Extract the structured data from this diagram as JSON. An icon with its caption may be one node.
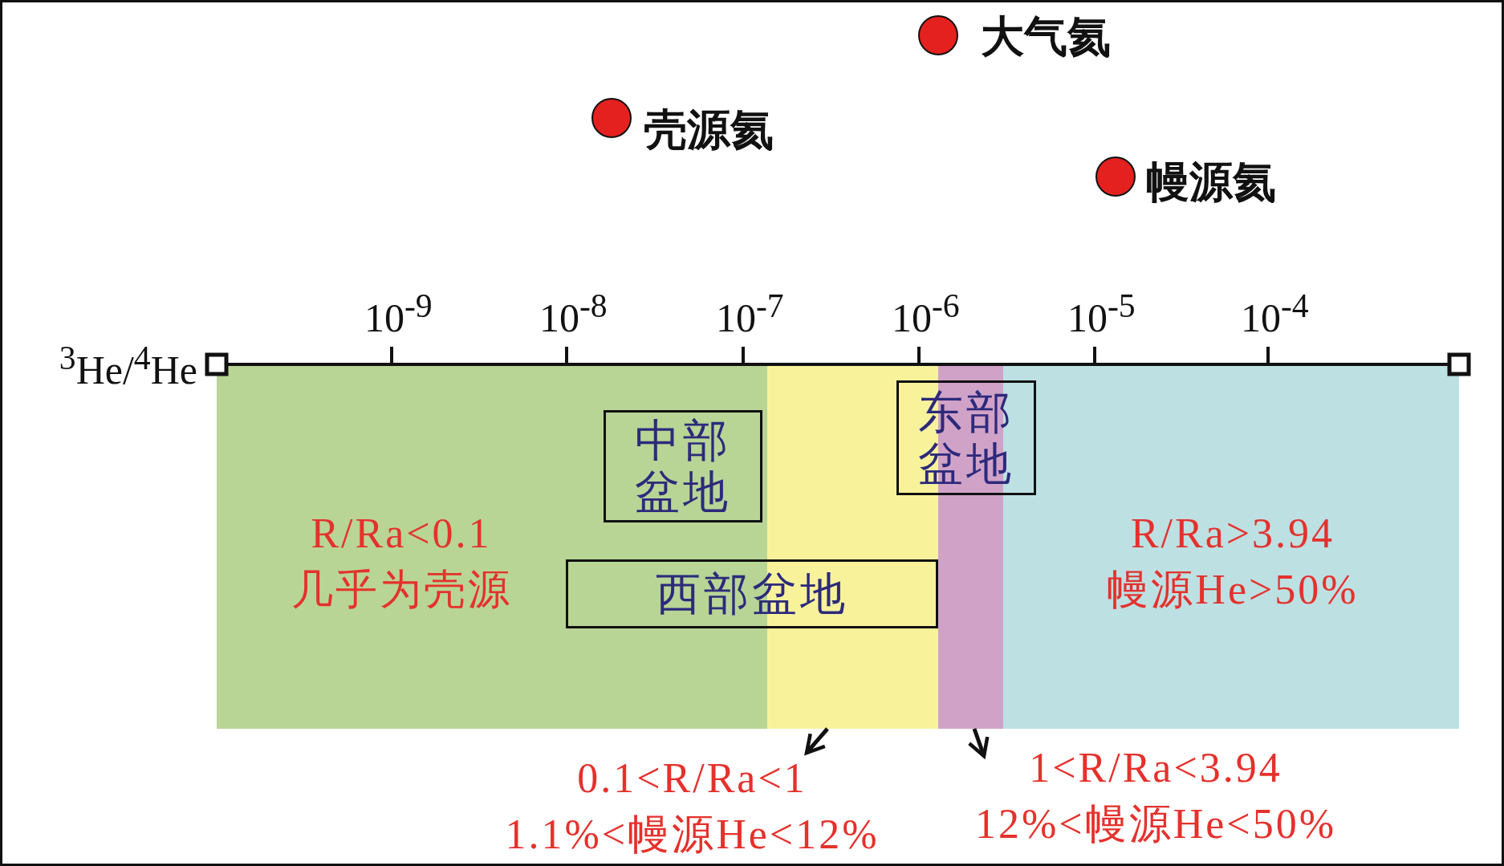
{
  "diagram": {
    "nodes": [
      {
        "text": [
          "R/Ra<0.1",
          "几乎为壳源"
        ]
      },
      {
        "text": [
          "中部盆地"
        ],
        "in": 0
      },
      {
        "text": [],
        "shape": "box"
      },
      {
        "text": [
          "东部盆地"
        ]
      },
      {
        "text": [],
        "shape": "box"
      },
      {
        "text": [
          "西部盆地"
        ]
      },
      {
        "text": [
          "R/Ra>3.94",
          "幔源He>50%"
        ]
      },
      {
        "text": [
          "0.1<R/Ra<1",
          "1.1%<幔源He<12%"
        ]
      },
      {
        "text": [
          "1<R/Ra<3.94",
          "12%<幔源He<50%"
        ]
      }
    ],
    "edges": [
      {
        "from": 2,
        "to": 7,
        "arrow": "to"
      },
      {
        "from": 4,
        "to": 8,
        "arrow": "to"
      }
    ],
    "labels": [
      "大气氦",
      "壳源氦",
      "幔源氦",
      "10$^{-9}$",
      "10$^{-8}$",
      "10$^{-7}$",
      "10$^{-6}$",
      "10$^{-5}$",
      "10$^{-4}$",
      "$^{3}$He/$^{4}$He"
    ]
  }
}
